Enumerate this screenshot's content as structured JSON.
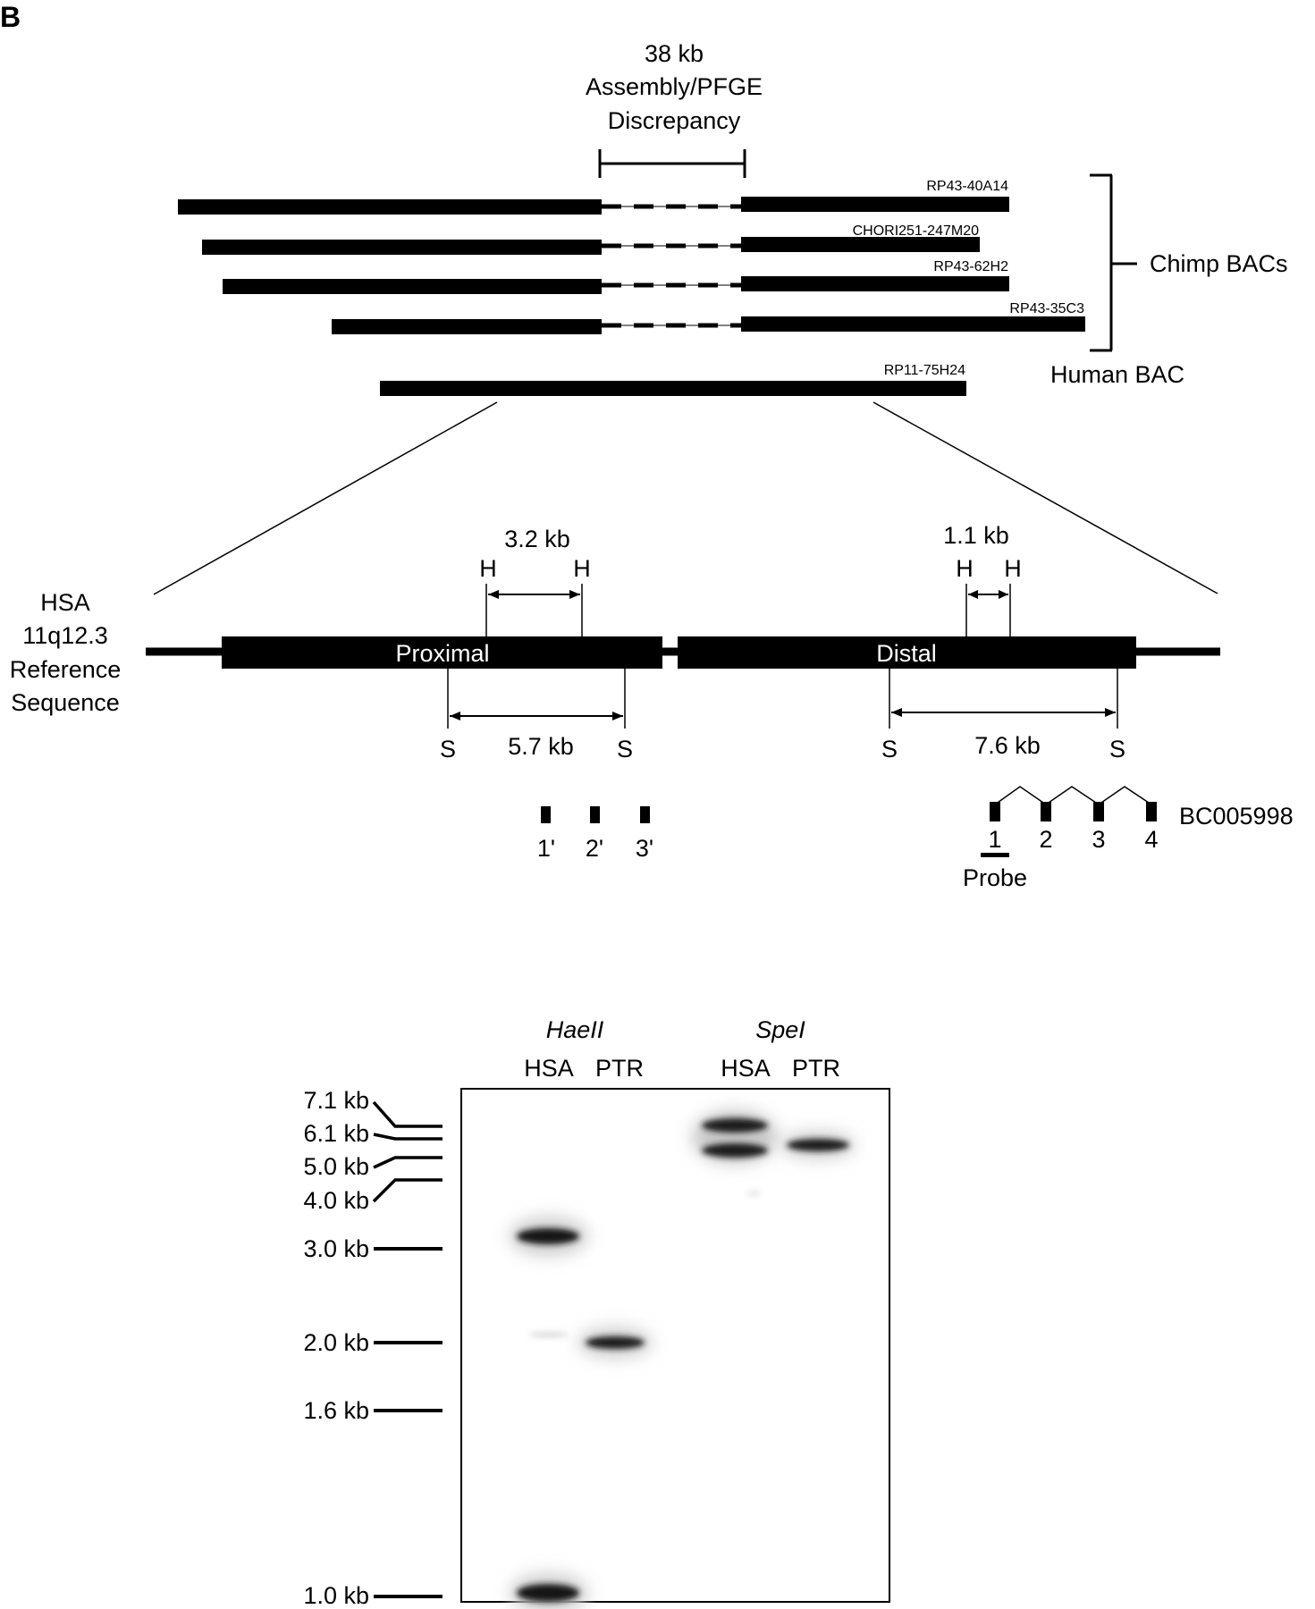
{
  "panel_label": "B",
  "discrepancy": {
    "size": "38 kb",
    "line2": "Assembly/PFGE",
    "line3": "Discrepancy"
  },
  "bacs": {
    "chimp": [
      "RP43-40A14",
      "CHORI251-247M20",
      "RP43-62H2",
      "RP43-35C3"
    ],
    "human": "RP11-75H24",
    "chimp_group_label": "Chimp BACs",
    "human_group_label": "Human BAC"
  },
  "reference": {
    "label_lines": [
      "HSA",
      "11q12.3",
      "Reference",
      "Sequence"
    ],
    "proximal_label": "Proximal",
    "distal_label": "Distal",
    "haeII_site": "H",
    "speI_site": "S",
    "proximal_h_distance": "3.2 kb",
    "distal_h_distance": "1.1 kb",
    "proximal_s_distance": "5.7 kb",
    "distal_s_distance": "7.6 kb"
  },
  "exons": {
    "proximal_labels": [
      "1'",
      "2'",
      "3'"
    ],
    "gene_labels": [
      "1",
      "2",
      "3",
      "4"
    ],
    "gene_name": "BC005998",
    "probe_label": "Probe"
  },
  "blot": {
    "enzymes": [
      "HaeII",
      "SpeI"
    ],
    "lanes": [
      "HSA",
      "PTR",
      "HSA",
      "PTR"
    ],
    "markers": [
      "7.1 kb",
      "6.1 kb",
      "5.0 kb",
      "4.0 kb",
      "3.0 kb",
      "2.0 kb",
      "1.6 kb",
      "1.0 kb"
    ]
  }
}
